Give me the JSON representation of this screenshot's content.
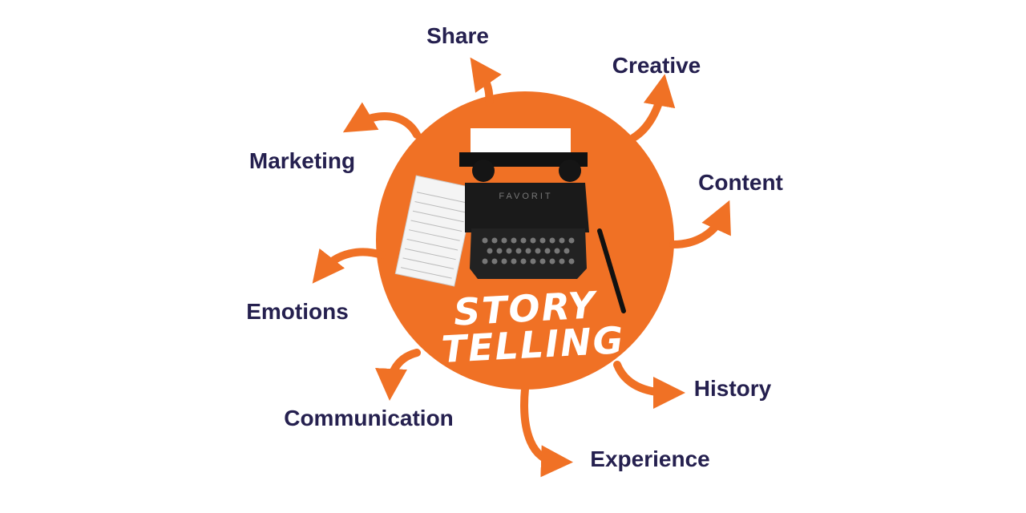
{
  "center": {
    "line1": "STORY",
    "line2": "TELLING",
    "typewriter_brand": "FAVORIT"
  },
  "labels": {
    "share": "Share",
    "creative": "Creative",
    "marketing": "Marketing",
    "content": "Content",
    "emotions": "Emotions",
    "history": "History",
    "communication": "Communication",
    "experience": "Experience"
  },
  "colors": {
    "orange": "#F07125",
    "text": "#25204F"
  }
}
